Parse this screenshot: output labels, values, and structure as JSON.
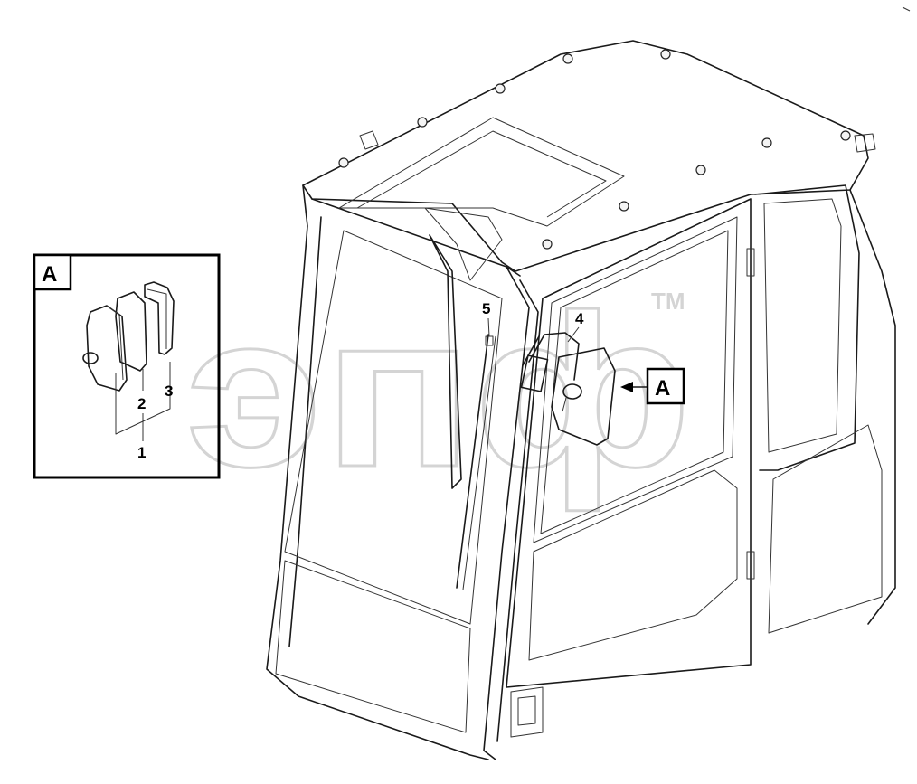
{
  "detail_view": {
    "label": "A",
    "callouts": [
      "1",
      "2",
      "3"
    ]
  },
  "main_view": {
    "view_marker": "A",
    "callouts": [
      "4",
      "5"
    ]
  },
  "watermark": {
    "text": "эпф",
    "trademark": "TM"
  },
  "colors": {
    "line": "#1a1a1a",
    "watermark": "#d4d4d4",
    "background": "#ffffff"
  }
}
